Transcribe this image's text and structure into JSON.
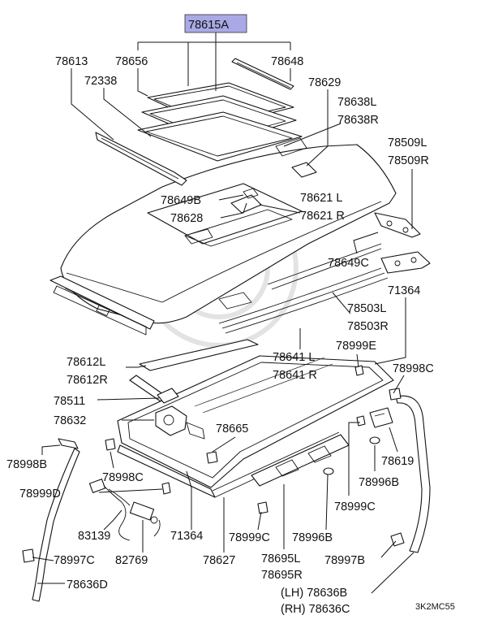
{
  "diagram": {
    "title_part": "78615A",
    "figure_code": "3K2MC55",
    "parts": [
      "78613",
      "78656",
      "78648",
      "72338",
      "78629",
      "78638L",
      "78638R",
      "78509L",
      "78509R",
      "78649B",
      "78621 L",
      "78628",
      "78621 R",
      "78649C",
      "71364",
      "78503L",
      "78503R",
      "78999E",
      "78612L",
      "78612R",
      "78641 L",
      "78641 R",
      "78998C",
      "78511",
      "78632",
      "78665",
      "78998B",
      "78998C",
      "78619",
      "78999D",
      "78996B",
      "78999C",
      "83139",
      "71364",
      "78999C",
      "78996B",
      "82769",
      "78627",
      "78695L",
      "78695R",
      "78997C",
      "78997B",
      "78636D",
      "(LH) 78636B",
      "(RH) 78636C"
    ]
  }
}
